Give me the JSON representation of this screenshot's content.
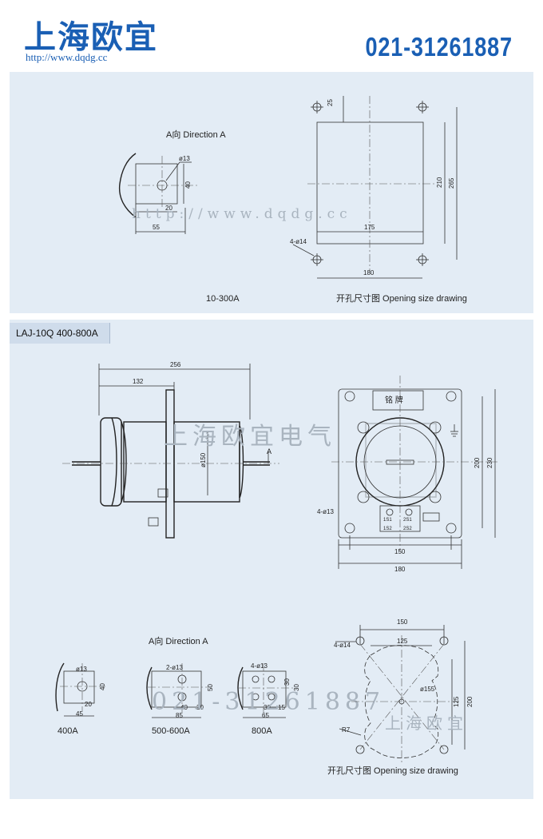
{
  "header": {
    "brand": "上海欧宜",
    "url": "http://www.dqdg.cc",
    "phone": "021-31261887"
  },
  "section1": {
    "direction_label": "A向 Direction A",
    "dims_a": [
      "ø13",
      "40",
      "20",
      "55"
    ],
    "dims_plate": [
      "25",
      "210",
      "265",
      "175",
      "4-ø14",
      "180"
    ],
    "current_label": "10-300A",
    "opening_label": "开孔尺寸图  Opening size drawing"
  },
  "section2": {
    "tag": "LAJ-10Q    400-800A",
    "dims_side": [
      "256",
      "132",
      "ø150",
      "A"
    ],
    "dims_front": [
      "4-ø13",
      "200",
      "230",
      "150",
      "180"
    ],
    "nameplate": "铭  牌",
    "terminals": [
      "1S1",
      "2S1",
      "1S2",
      "2S2"
    ],
    "direction_label": "A向 Direction A",
    "variants": [
      {
        "label": "400A",
        "dims": [
          "ø13",
          "40",
          "20",
          "45"
        ]
      },
      {
        "label": "500-600A",
        "dims": [
          "2-ø13",
          "50",
          "40",
          "20",
          "85"
        ]
      },
      {
        "label": "800A",
        "dims": [
          "4-ø13",
          "30",
          "30",
          "30",
          "15",
          "65"
        ]
      }
    ],
    "dims_opening": [
      "150",
      "125",
      "4-ø14",
      "ø155",
      "125",
      "200",
      "R7"
    ],
    "opening_label": "开孔尺寸图  Opening size drawing"
  },
  "watermarks": [
    "http://www.dqdg.cc",
    "上海欧宜电气",
    "021-31261887",
    "上海欧宜"
  ]
}
